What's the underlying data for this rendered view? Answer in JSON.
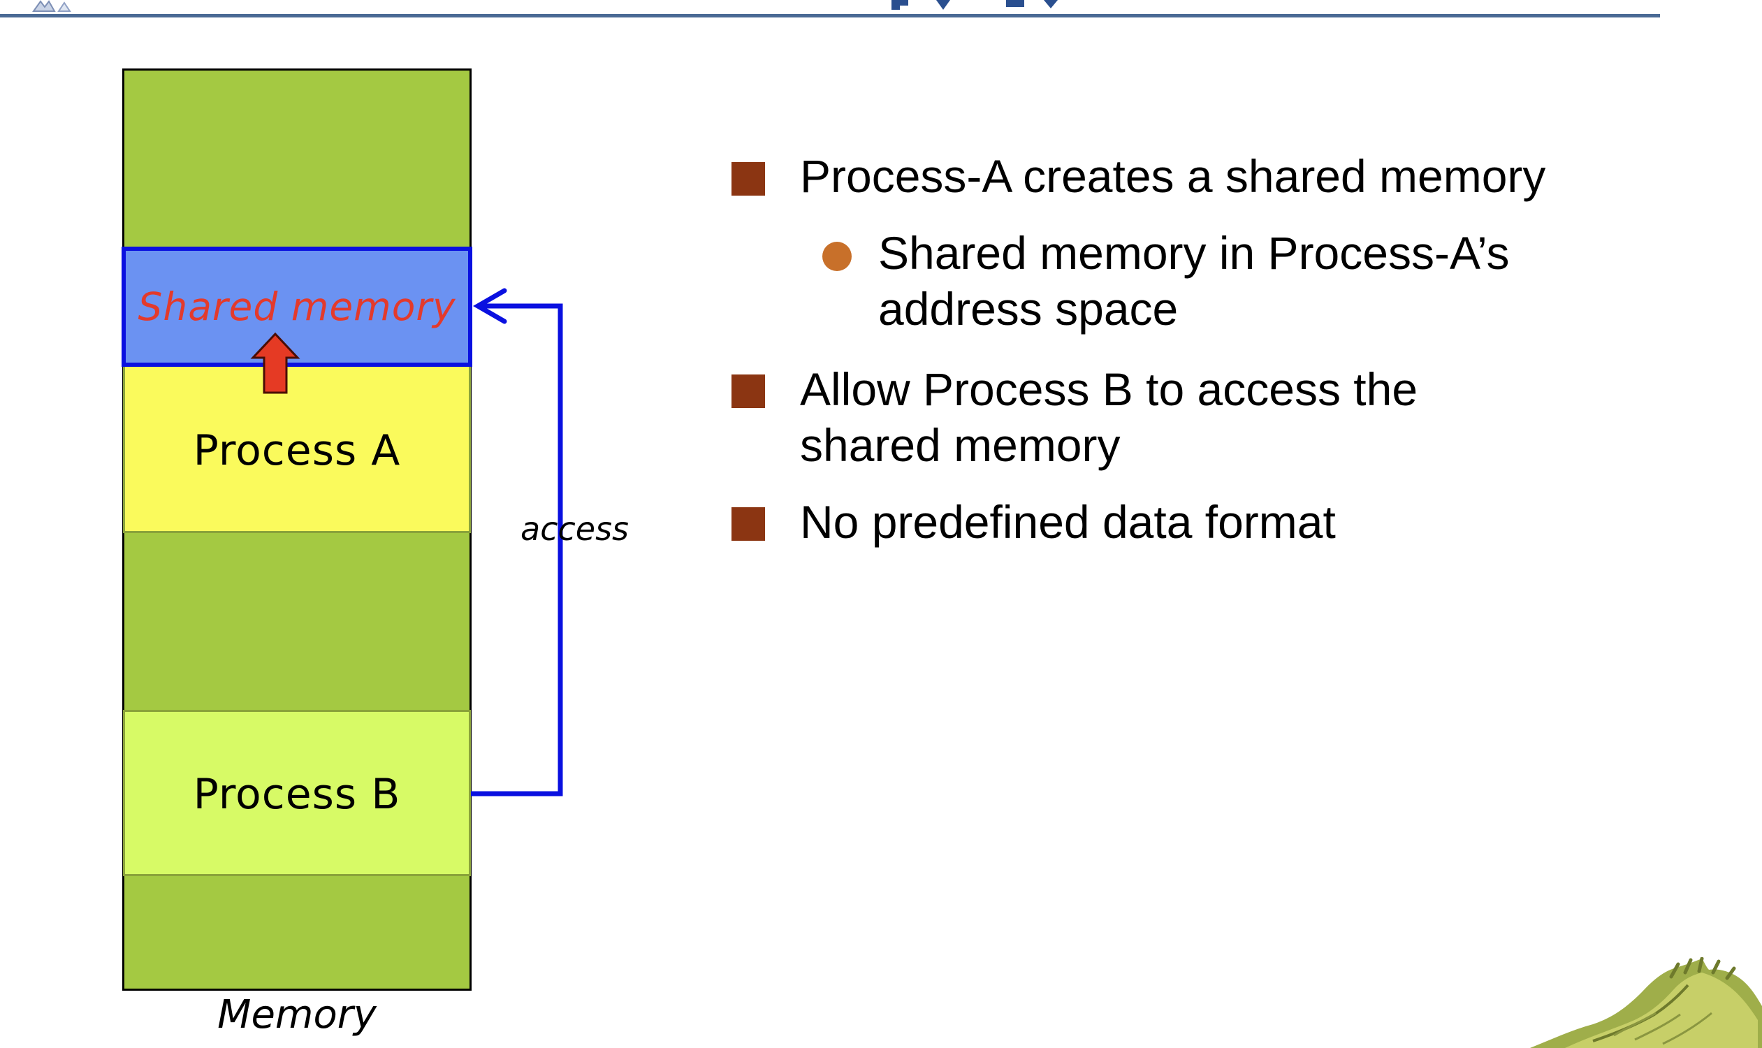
{
  "diagram": {
    "shared_memory_label": "Shared memory",
    "process_a_label": "Process A",
    "process_b_label": "Process B",
    "memory_caption": "Memory",
    "access_label": "access",
    "colors": {
      "memory_background": "#a4c942",
      "shared_memory_fill": "#6b92f2",
      "shared_memory_border": "#0a10e0",
      "shared_memory_text": "#e33a2c",
      "process_a_fill": "#fafa5c",
      "process_b_fill": "#d7fa66",
      "access_arrow": "#0a10e0",
      "create_arrow": "#e53a24"
    }
  },
  "bullets": [
    {
      "text": "Process-A creates a shared memory",
      "sub_bullets": [
        {
          "text": "Shared memory in Process-A’s\naddress space"
        }
      ]
    },
    {
      "text": "Allow Process B to access the\nshared memory"
    },
    {
      "text": "No predefined data format"
    }
  ],
  "colors": {
    "header_rule": "#4a6a95",
    "bullet_square": "#8b3512",
    "sub_bullet_dot": "#c8702a"
  },
  "icons": {
    "corner_decoration": "dinosaur-icon",
    "header_logo": "logo-icon"
  }
}
